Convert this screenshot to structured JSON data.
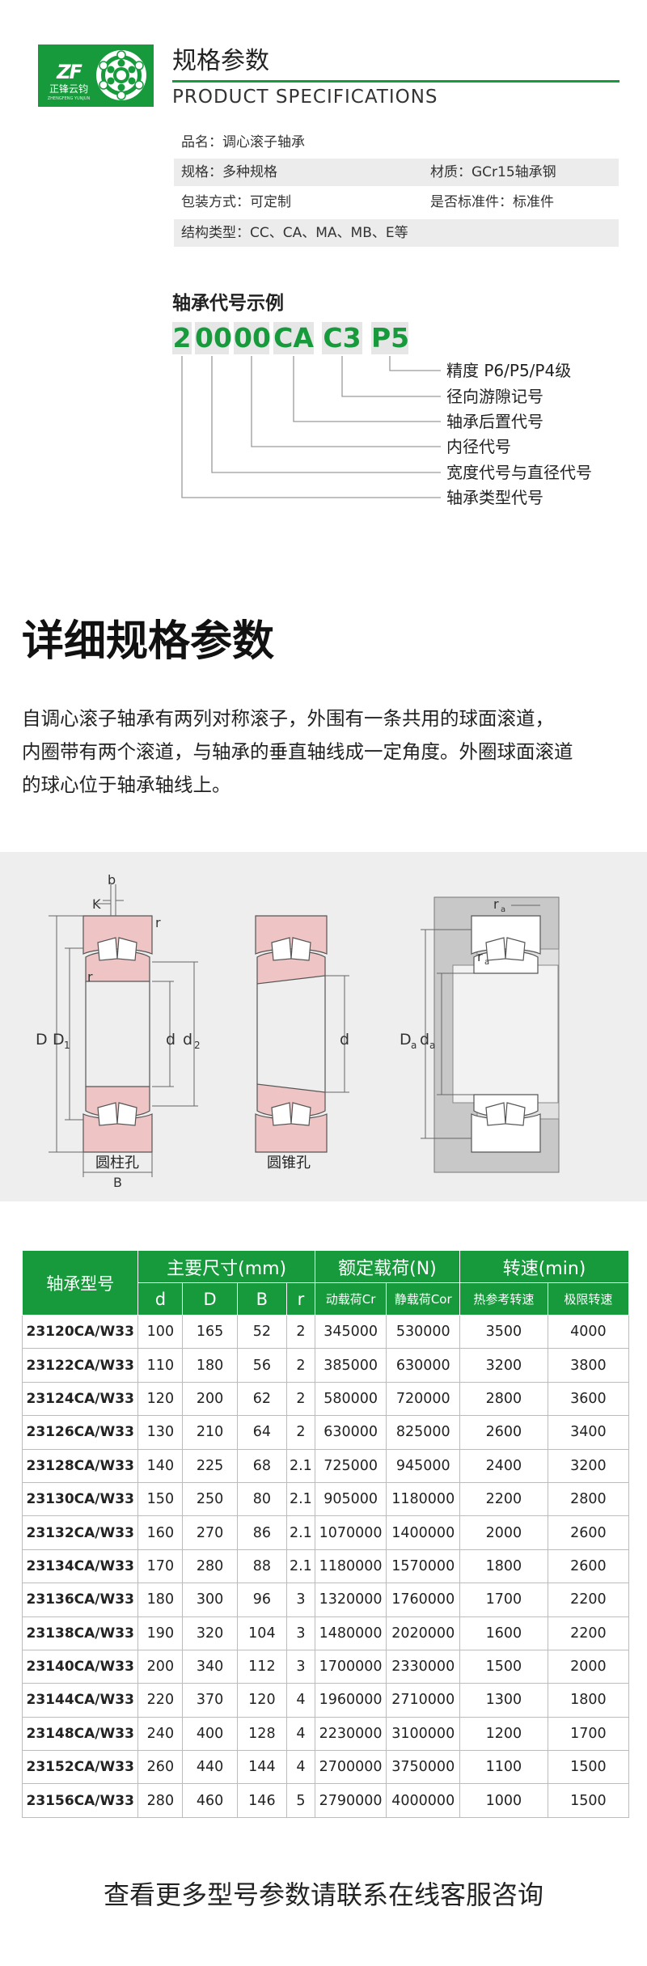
{
  "header": {
    "logo": {
      "mark": "ZF",
      "name": "正锋云钧",
      "sub": "ZHENGFENG YUNJUN"
    },
    "title_cn": "规格参数",
    "title_en": "PRODUCT SPECIFICATIONS",
    "accent_color": "#179a3c"
  },
  "info": {
    "product_name": "品名：调心滚子轴承",
    "spec": "规格：多种规格",
    "material": "材质：GCr15轴承钢",
    "packaging": "包装方式：可定制",
    "standard": "是否标准件：标准件",
    "structure": "结构类型：CC、CA、MA、MB、E等"
  },
  "code_example": {
    "heading": "轴承代号示例",
    "parts": [
      "2",
      "00",
      "00",
      "CA",
      "C3",
      "P5"
    ],
    "labels": [
      "精度 P6/P5/P4级",
      "径向游隙记号",
      "轴承后置代号",
      "内径代号",
      "宽度代号与直径代号",
      "轴承类型代号"
    ]
  },
  "detail": {
    "heading": "详细规格参数",
    "paragraph_lines": [
      "自调心滚子轴承有两列对称滚子，外围有一条共用的球面滚道，",
      "内圈带有两个滚道，与轴承的垂直轴线成一定角度。外圈球面滚道",
      "的球心位于轴承轴线上。"
    ]
  },
  "diagram": {
    "caption_cylindrical": "圆柱孔",
    "caption_tapered": "圆锥孔",
    "dims": {
      "b": "b",
      "K": "K",
      "r": "r",
      "D": "D",
      "D1": "D",
      "D1_sub": "1",
      "d": "d",
      "d2": "d",
      "d2_sub": "2",
      "B": "B",
      "ra": "r",
      "ra_sub": "a",
      "Da": "D",
      "Da_sub": "a",
      "da": "d",
      "da_sub": "a"
    }
  },
  "table": {
    "group_headers": {
      "model": "轴承型号",
      "dimensions": "主要尺寸(mm)",
      "load": "额定载荷(N)",
      "speed": "转速(min)"
    },
    "sub_headers": {
      "d": "d",
      "D": "D",
      "B": "B",
      "r": "r",
      "dynamic": "动载荷Cr",
      "static": "静载荷Cor",
      "thermal": "热参考转速",
      "limit": "极限转速"
    },
    "rows": [
      [
        "23120CA/W33",
        "100",
        "165",
        "52",
        "2",
        "345000",
        "530000",
        "3500",
        "4000"
      ],
      [
        "23122CA/W33",
        "110",
        "180",
        "56",
        "2",
        "385000",
        "630000",
        "3200",
        "3800"
      ],
      [
        "23124CA/W33",
        "120",
        "200",
        "62",
        "2",
        "580000",
        "720000",
        "2800",
        "3600"
      ],
      [
        "23126CA/W33",
        "130",
        "210",
        "64",
        "2",
        "630000",
        "825000",
        "2600",
        "3400"
      ],
      [
        "23128CA/W33",
        "140",
        "225",
        "68",
        "2.1",
        "725000",
        "945000",
        "2400",
        "3200"
      ],
      [
        "23130CA/W33",
        "150",
        "250",
        "80",
        "2.1",
        "905000",
        "1180000",
        "2200",
        "2800"
      ],
      [
        "23132CA/W33",
        "160",
        "270",
        "86",
        "2.1",
        "1070000",
        "1400000",
        "2000",
        "2600"
      ],
      [
        "23134CA/W33",
        "170",
        "280",
        "88",
        "2.1",
        "1180000",
        "1570000",
        "1800",
        "2600"
      ],
      [
        "23136CA/W33",
        "180",
        "300",
        "96",
        "3",
        "1320000",
        "1760000",
        "1700",
        "2200"
      ],
      [
        "23138CA/W33",
        "190",
        "320",
        "104",
        "3",
        "1480000",
        "2020000",
        "1600",
        "2200"
      ],
      [
        "23140CA/W33",
        "200",
        "340",
        "112",
        "3",
        "1700000",
        "2330000",
        "1500",
        "2000"
      ],
      [
        "23144CA/W33",
        "220",
        "370",
        "120",
        "4",
        "1960000",
        "2710000",
        "1300",
        "1800"
      ],
      [
        "23148CA/W33",
        "240",
        "400",
        "128",
        "4",
        "2230000",
        "3100000",
        "1200",
        "1700"
      ],
      [
        "23152CA/W33",
        "260",
        "440",
        "144",
        "4",
        "2700000",
        "3750000",
        "1100",
        "1500"
      ],
      [
        "23156CA/W33",
        "280",
        "460",
        "146",
        "5",
        "2790000",
        "4000000",
        "1000",
        "1500"
      ]
    ]
  },
  "footer": {
    "text": "查看更多型号参数请联系在线客服咨询"
  }
}
